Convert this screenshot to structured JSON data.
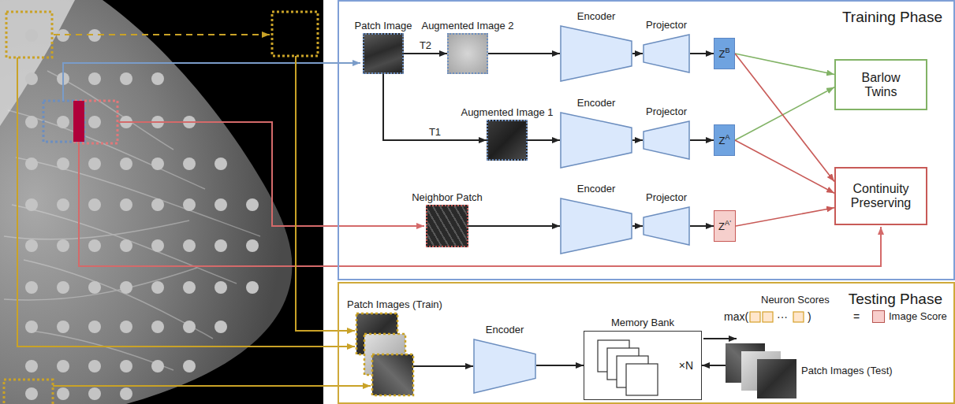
{
  "diagram": {
    "nodes": [
      {
        "text": [
          "Training Phase"
        ]
      },
      {
        "text": [
          "Patch Image"
        ],
        "in": 0
      },
      {
        "text": [
          "Augmented Image 2"
        ],
        "in": 0
      },
      {
        "text": [
          "Encoder"
        ],
        "in": 0
      },
      {
        "text": [
          "Projector"
        ],
        "in": 0
      },
      {
        "text": [
          "ZB"
        ],
        "in": 0
      },
      {
        "text": [
          "Barlow Twins"
        ],
        "in": 0
      },
      {
        "text": [
          "Augmented Image 1"
        ],
        "in": 0
      },
      {
        "text": [
          "Encoder"
        ],
        "in": 0
      },
      {
        "text": [
          "Projector"
        ],
        "in": 0
      },
      {
        "text": [
          "ZA"
        ],
        "in": 0
      },
      {
        "text": [
          "Continuity Preserving"
        ],
        "in": 0
      },
      {
        "text": [
          "Neighbor Patch"
        ],
        "in": 0
      },
      {
        "text": [
          "Encoder"
        ],
        "in": 0
      },
      {
        "text": [
          "Projector"
        ],
        "in": 0
      },
      {
        "text": [
          "ZA'"
        ],
        "in": 0
      },
      {
        "text": [
          "Testing Phase"
        ]
      },
      {
        "text": [
          "Patch Images (Train)"
        ],
        "in": 16
      },
      {
        "text": [
          "Encoder"
        ],
        "in": 16
      },
      {
        "text": [
          "Memory Bank",
          "×N"
        ],
        "in": 16
      },
      {
        "text": [
          "Image Score"
        ],
        "in": 16
      },
      {
        "text": [
          "Patch Images (Test)"
        ],
        "in": 16
      }
    ],
    "edges": [
      {
        "from": 1,
        "to": 2,
        "arrow": "to",
        "label": "T2"
      },
      {
        "from": 1,
        "to": 7,
        "arrow": "to",
        "label": "T1"
      },
      {
        "from": 2,
        "to": 3,
        "arrow": "to"
      },
      {
        "from": 3,
        "to": 4,
        "arrow": "to"
      },
      {
        "from": 4,
        "to": 5,
        "arrow": "to"
      },
      {
        "from": 7,
        "to": 8,
        "arrow": "to"
      },
      {
        "from": 8,
        "to": 9,
        "arrow": "to"
      },
      {
        "from": 9,
        "to": 10,
        "arrow": "to"
      },
      {
        "from": 12,
        "to": 13,
        "arrow": "to"
      },
      {
        "from": 13,
        "to": 14,
        "arrow": "to"
      },
      {
        "from": 14,
        "to": 15,
        "arrow": "to"
      },
      {
        "from": 5,
        "to": 6,
        "arrow": "to"
      },
      {
        "from": 10,
        "to": 6,
        "arrow": "to"
      },
      {
        "from": 5,
        "to": 11,
        "arrow": "to"
      },
      {
        "from": 10,
        "to": 11,
        "arrow": "to"
      },
      {
        "from": 15,
        "to": 11,
        "arrow": "to"
      },
      {
        "from": 17,
        "to": 18,
        "arrow": "to"
      },
      {
        "from": 18,
        "to": 19,
        "arrow": "to"
      },
      {
        "from": 21,
        "to": 19,
        "arrow": "to"
      }
    ],
    "labels": [
      "Neuron Scores",
      "max(",
      "···",
      ")",
      "="
    ]
  }
}
